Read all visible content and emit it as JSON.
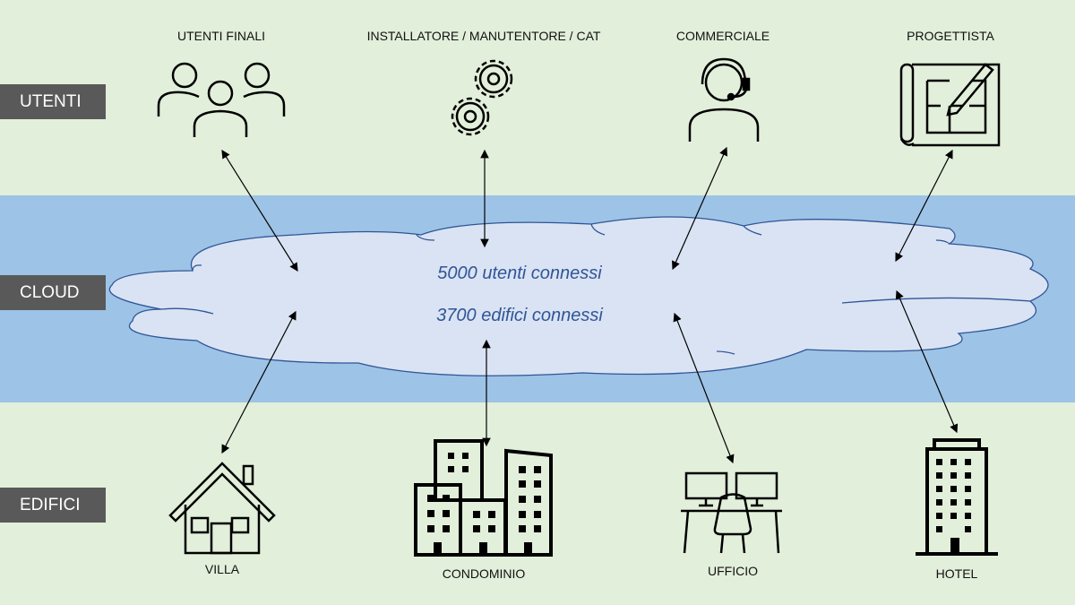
{
  "tiers": {
    "users": "UTENTI",
    "cloud": "CLOUD",
    "buildings": "EDIFICI"
  },
  "users": [
    "UTENTI FINALI",
    "INSTALLATORE / MANUTENTORE / CAT",
    "COMMERCIALE",
    "PROGETTISTA"
  ],
  "buildings": [
    "VILLA",
    "CONDOMINIO",
    "UFFICIO",
    "HOTEL"
  ],
  "cloud": {
    "users_connected": "5000 utenti connessi",
    "buildings_connected": "3700 edifici connessi"
  },
  "colors": {
    "background": "#e2efda",
    "band": "#9dc3e6",
    "cloud_fill": "#dae3f3",
    "cloud_stroke": "#2f5597",
    "tier_label": "#595959"
  }
}
